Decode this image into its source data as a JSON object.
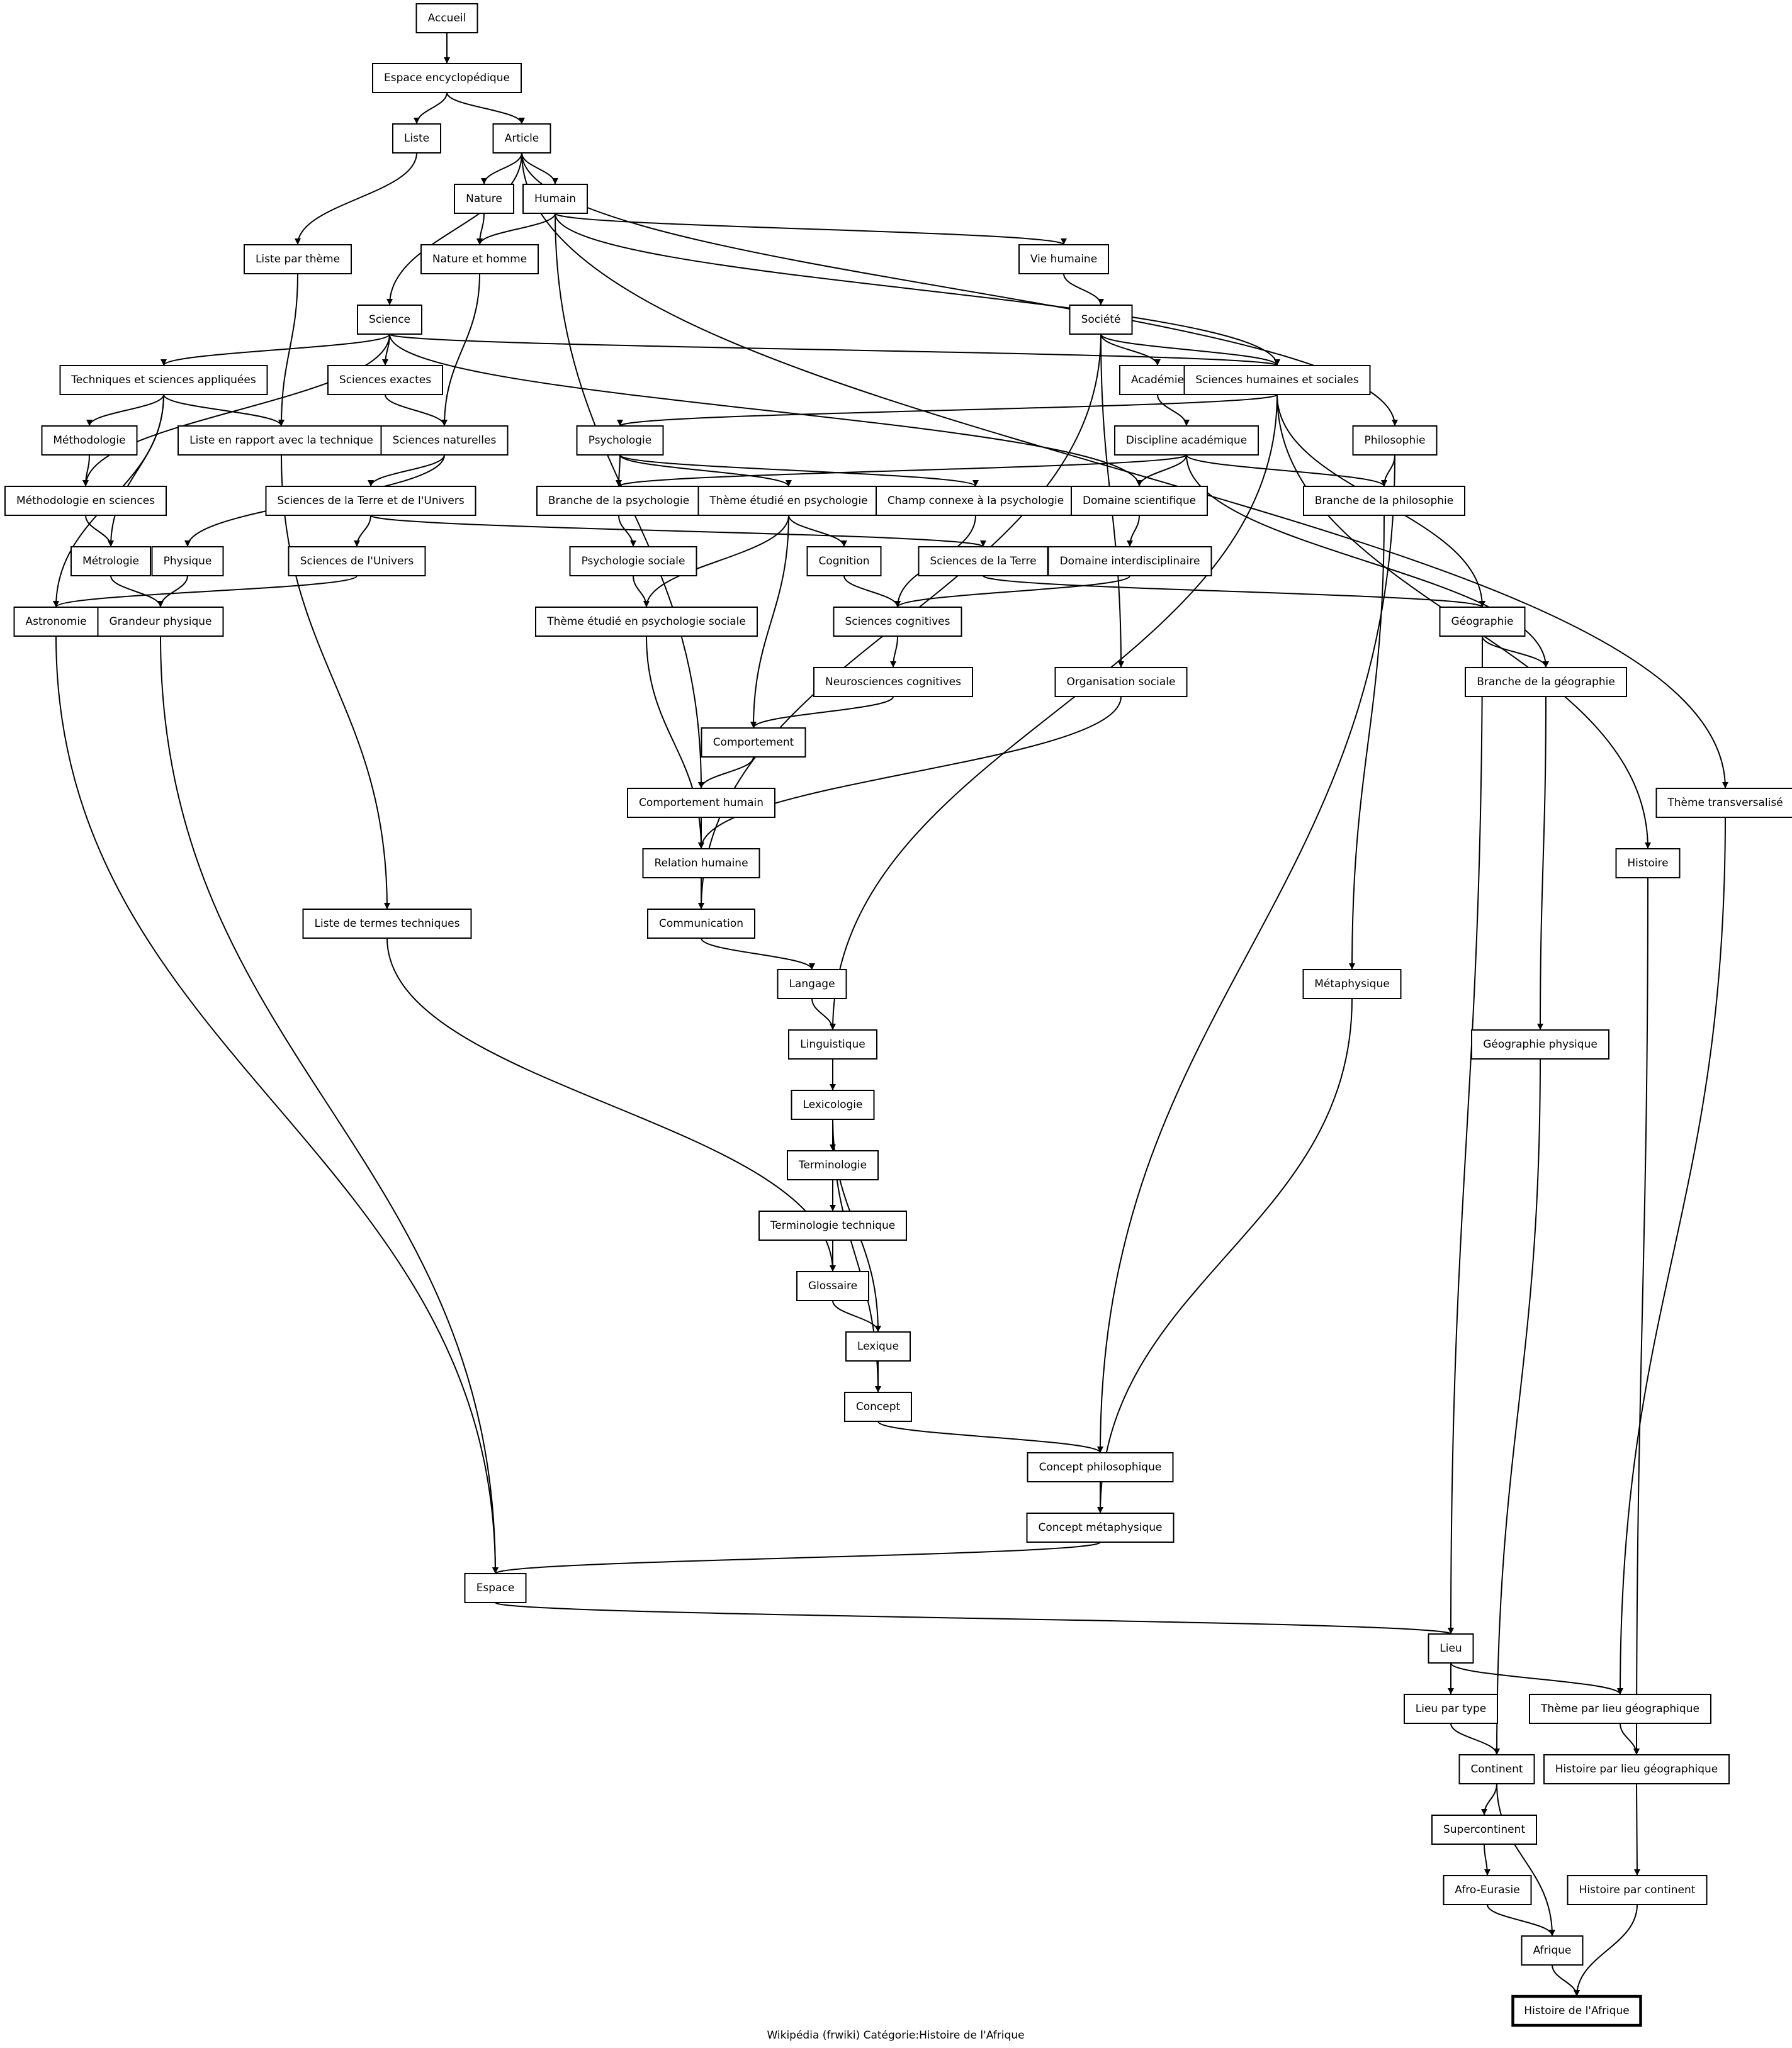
{
  "caption": "Wikipédia (frwiki) Catégorie:Histoire de l'Afrique",
  "target_node": "histoire_afrique",
  "nodes": [
    {
      "id": "accueil",
      "label": "Accueil"
    },
    {
      "id": "espace_encyclo",
      "label": "Espace encyclopédique"
    },
    {
      "id": "liste",
      "label": "Liste"
    },
    {
      "id": "article",
      "label": "Article"
    },
    {
      "id": "nature",
      "label": "Nature"
    },
    {
      "id": "humain",
      "label": "Humain"
    },
    {
      "id": "liste_theme",
      "label": "Liste par thème"
    },
    {
      "id": "nature_homme",
      "label": "Nature et homme"
    },
    {
      "id": "vie_humaine",
      "label": "Vie humaine"
    },
    {
      "id": "science",
      "label": "Science"
    },
    {
      "id": "societe",
      "label": "Société"
    },
    {
      "id": "tech_sciences",
      "label": "Techniques et sciences appliquées"
    },
    {
      "id": "sciences_exactes",
      "label": "Sciences exactes"
    },
    {
      "id": "academie",
      "label": "Académie"
    },
    {
      "id": "shs",
      "label": "Sciences humaines et sociales"
    },
    {
      "id": "methodologie",
      "label": "Méthodologie"
    },
    {
      "id": "liste_technique",
      "label": "Liste en rapport avec la technique"
    },
    {
      "id": "sciences_naturelles",
      "label": "Sciences naturelles"
    },
    {
      "id": "psychologie",
      "label": "Psychologie"
    },
    {
      "id": "discipline_acad",
      "label": "Discipline académique"
    },
    {
      "id": "philosophie",
      "label": "Philosophie"
    },
    {
      "id": "methodo_sciences",
      "label": "Méthodologie en sciences"
    },
    {
      "id": "sciences_terre_univers",
      "label": "Sciences de la Terre et de l'Univers"
    },
    {
      "id": "branche_psy",
      "label": "Branche de la psychologie"
    },
    {
      "id": "theme_psy",
      "label": "Thème étudié en psychologie"
    },
    {
      "id": "champ_psy",
      "label": "Champ connexe à la psychologie"
    },
    {
      "id": "domaine_sci",
      "label": "Domaine scientifique"
    },
    {
      "id": "branche_philo",
      "label": "Branche de la philosophie"
    },
    {
      "id": "metrologie",
      "label": "Métrologie"
    },
    {
      "id": "physique",
      "label": "Physique"
    },
    {
      "id": "sciences_univers",
      "label": "Sciences de l'Univers"
    },
    {
      "id": "psy_sociale",
      "label": "Psychologie sociale"
    },
    {
      "id": "cognition",
      "label": "Cognition"
    },
    {
      "id": "sciences_terre",
      "label": "Sciences de la Terre"
    },
    {
      "id": "domaine_inter",
      "label": "Domaine interdisciplinaire"
    },
    {
      "id": "astronomie",
      "label": "Astronomie"
    },
    {
      "id": "grandeur_physique",
      "label": "Grandeur physique"
    },
    {
      "id": "theme_psy_sociale",
      "label": "Thème étudié en psychologie sociale"
    },
    {
      "id": "sciences_cognitives",
      "label": "Sciences cognitives"
    },
    {
      "id": "geographie",
      "label": "Géographie"
    },
    {
      "id": "neurosciences",
      "label": "Neurosciences cognitives"
    },
    {
      "id": "organisation_sociale",
      "label": "Organisation sociale"
    },
    {
      "id": "branche_geo",
      "label": "Branche de la géographie"
    },
    {
      "id": "comportement",
      "label": "Comportement"
    },
    {
      "id": "comportement_humain",
      "label": "Comportement humain"
    },
    {
      "id": "theme_transversal",
      "label": "Thème transversalisé"
    },
    {
      "id": "relation_humaine",
      "label": "Relation humaine"
    },
    {
      "id": "histoire",
      "label": "Histoire"
    },
    {
      "id": "liste_termes",
      "label": "Liste de termes techniques"
    },
    {
      "id": "communication",
      "label": "Communication"
    },
    {
      "id": "langage",
      "label": "Langage"
    },
    {
      "id": "metaphysique",
      "label": "Métaphysique"
    },
    {
      "id": "linguistique",
      "label": "Linguistique"
    },
    {
      "id": "geo_physique",
      "label": "Géographie physique"
    },
    {
      "id": "lexicologie",
      "label": "Lexicologie"
    },
    {
      "id": "terminologie",
      "label": "Terminologie"
    },
    {
      "id": "terminologie_tech",
      "label": "Terminologie technique"
    },
    {
      "id": "glossaire",
      "label": "Glossaire"
    },
    {
      "id": "lexique",
      "label": "Lexique"
    },
    {
      "id": "concept",
      "label": "Concept"
    },
    {
      "id": "concept_philo",
      "label": "Concept philosophique"
    },
    {
      "id": "concept_meta",
      "label": "Concept métaphysique"
    },
    {
      "id": "espace",
      "label": "Espace"
    },
    {
      "id": "lieu",
      "label": "Lieu"
    },
    {
      "id": "lieu_type",
      "label": "Lieu par type"
    },
    {
      "id": "theme_lieu_geo",
      "label": "Thème par lieu géographique"
    },
    {
      "id": "continent",
      "label": "Continent"
    },
    {
      "id": "histoire_lieu_geo",
      "label": "Histoire par lieu géographique"
    },
    {
      "id": "supercontinent",
      "label": "Supercontinent"
    },
    {
      "id": "afro_eurasie",
      "label": "Afro-Eurasie"
    },
    {
      "id": "histoire_continent",
      "label": "Histoire par continent"
    },
    {
      "id": "afrique",
      "label": "Afrique"
    },
    {
      "id": "histoire_afrique",
      "label": "Histoire de l'Afrique"
    }
  ],
  "edges": [
    [
      "accueil",
      "espace_encyclo"
    ],
    [
      "espace_encyclo",
      "liste"
    ],
    [
      "espace_encyclo",
      "article"
    ],
    [
      "liste",
      "liste_theme"
    ],
    [
      "article",
      "nature"
    ],
    [
      "article",
      "humain"
    ],
    [
      "article",
      "science"
    ],
    [
      "article",
      "philosophie"
    ],
    [
      "article",
      "theme_transversal"
    ],
    [
      "nature",
      "nature_homme"
    ],
    [
      "humain",
      "nature_homme"
    ],
    [
      "humain",
      "vie_humaine"
    ],
    [
      "humain",
      "shs"
    ],
    [
      "humain",
      "comportement_humain"
    ],
    [
      "liste_theme",
      "liste_technique"
    ],
    [
      "nature_homme",
      "sciences_naturelles"
    ],
    [
      "vie_humaine",
      "societe"
    ],
    [
      "science",
      "tech_sciences"
    ],
    [
      "science",
      "sciences_exactes"
    ],
    [
      "science",
      "methodo_sciences"
    ],
    [
      "science",
      "shs"
    ],
    [
      "science",
      "domaine_sci"
    ],
    [
      "societe",
      "academie"
    ],
    [
      "societe",
      "shs"
    ],
    [
      "societe",
      "communication"
    ],
    [
      "societe",
      "organisation_sociale"
    ],
    [
      "tech_sciences",
      "methodologie"
    ],
    [
      "tech_sciences",
      "liste_technique"
    ],
    [
      "tech_sciences",
      "metrologie"
    ],
    [
      "tech_sciences",
      "astronomie"
    ],
    [
      "sciences_exactes",
      "sciences_naturelles"
    ],
    [
      "academie",
      "discipline_acad"
    ],
    [
      "shs",
      "psychologie"
    ],
    [
      "shs",
      "linguistique"
    ],
    [
      "shs",
      "geographie"
    ],
    [
      "shs",
      "histoire"
    ],
    [
      "methodologie",
      "methodo_sciences"
    ],
    [
      "liste_technique",
      "liste_termes"
    ],
    [
      "sciences_naturelles",
      "sciences_terre_univers"
    ],
    [
      "sciences_naturelles",
      "physique"
    ],
    [
      "psychologie",
      "branche_psy"
    ],
    [
      "psychologie",
      "theme_psy"
    ],
    [
      "psychologie",
      "champ_psy"
    ],
    [
      "discipline_acad",
      "domaine_sci"
    ],
    [
      "discipline_acad",
      "branche_psy"
    ],
    [
      "discipline_acad",
      "branche_philo"
    ],
    [
      "discipline_acad",
      "branche_geo"
    ],
    [
      "philosophie",
      "branche_philo"
    ],
    [
      "philosophie",
      "concept_philo"
    ],
    [
      "methodo_sciences",
      "metrologie"
    ],
    [
      "sciences_terre_univers",
      "sciences_univers"
    ],
    [
      "sciences_terre_univers",
      "sciences_terre"
    ],
    [
      "branche_psy",
      "psy_sociale"
    ],
    [
      "theme_psy",
      "cognition"
    ],
    [
      "theme_psy",
      "theme_psy_sociale"
    ],
    [
      "theme_psy",
      "comportement"
    ],
    [
      "champ_psy",
      "sciences_cognitives"
    ],
    [
      "domaine_sci",
      "domaine_inter"
    ],
    [
      "branche_philo",
      "metaphysique"
    ],
    [
      "metrologie",
      "grandeur_physique"
    ],
    [
      "physique",
      "grandeur_physique"
    ],
    [
      "sciences_univers",
      "astronomie"
    ],
    [
      "psy_sociale",
      "theme_psy_sociale"
    ],
    [
      "cognition",
      "sciences_cognitives"
    ],
    [
      "sciences_terre",
      "geographie"
    ],
    [
      "domaine_inter",
      "sciences_cognitives"
    ],
    [
      "astronomie",
      "espace"
    ],
    [
      "grandeur_physique",
      "espace"
    ],
    [
      "theme_psy_sociale",
      "relation_humaine"
    ],
    [
      "sciences_cognitives",
      "neurosciences"
    ],
    [
      "geographie",
      "branche_geo"
    ],
    [
      "geographie",
      "lieu"
    ],
    [
      "neurosciences",
      "comportement"
    ],
    [
      "organisation_sociale",
      "relation_humaine"
    ],
    [
      "branche_geo",
      "geo_physique"
    ],
    [
      "comportement",
      "comportement_humain"
    ],
    [
      "comportement_humain",
      "relation_humaine"
    ],
    [
      "theme_transversal",
      "theme_lieu_geo"
    ],
    [
      "relation_humaine",
      "communication"
    ],
    [
      "histoire",
      "histoire_lieu_geo"
    ],
    [
      "liste_termes",
      "glossaire"
    ],
    [
      "communication",
      "langage"
    ],
    [
      "langage",
      "linguistique"
    ],
    [
      "metaphysique",
      "concept_meta"
    ],
    [
      "linguistique",
      "lexicologie"
    ],
    [
      "geo_physique",
      "continent"
    ],
    [
      "lexicologie",
      "terminologie"
    ],
    [
      "lexicologie",
      "lexique"
    ],
    [
      "lexicologie",
      "concept"
    ],
    [
      "terminologie",
      "terminologie_tech"
    ],
    [
      "terminologie_tech",
      "glossaire"
    ],
    [
      "glossaire",
      "lexique"
    ],
    [
      "lexique",
      "concept"
    ],
    [
      "concept",
      "concept_philo"
    ],
    [
      "concept_philo",
      "concept_meta"
    ],
    [
      "concept_meta",
      "espace"
    ],
    [
      "espace",
      "lieu"
    ],
    [
      "lieu",
      "lieu_type"
    ],
    [
      "lieu",
      "theme_lieu_geo"
    ],
    [
      "lieu_type",
      "continent"
    ],
    [
      "theme_lieu_geo",
      "histoire_lieu_geo"
    ],
    [
      "continent",
      "supercontinent"
    ],
    [
      "continent",
      "afrique"
    ],
    [
      "histoire_lieu_geo",
      "histoire_continent"
    ],
    [
      "supercontinent",
      "afro_eurasie"
    ],
    [
      "afro_eurasie",
      "afrique"
    ],
    [
      "histoire_continent",
      "histoire_afrique"
    ],
    [
      "afrique",
      "histoire_afrique"
    ]
  ]
}
